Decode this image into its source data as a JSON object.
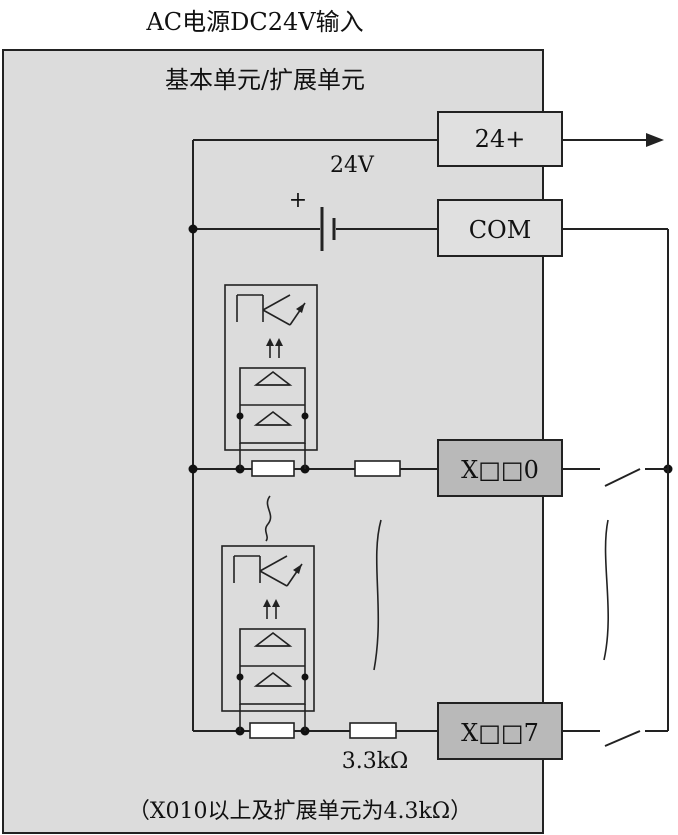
{
  "header": {
    "title": "AC电源DC24V输入"
  },
  "unit": {
    "label": "基本单元/扩展单元"
  },
  "terminals": {
    "plus24": "24+",
    "com": "COM",
    "x_first": "X□□0",
    "x_last": "X□□7"
  },
  "battery": {
    "voltage": "24V",
    "polarity": "+"
  },
  "resistor": {
    "value": "3.3kΩ"
  },
  "footnote": "（X010以上及扩展单元为4.3kΩ）",
  "colors": {
    "panel": "#dcdcdc",
    "terminal_light": "#e0e0e0",
    "terminal_dark": "#b9b9b9",
    "line": "#222222"
  }
}
